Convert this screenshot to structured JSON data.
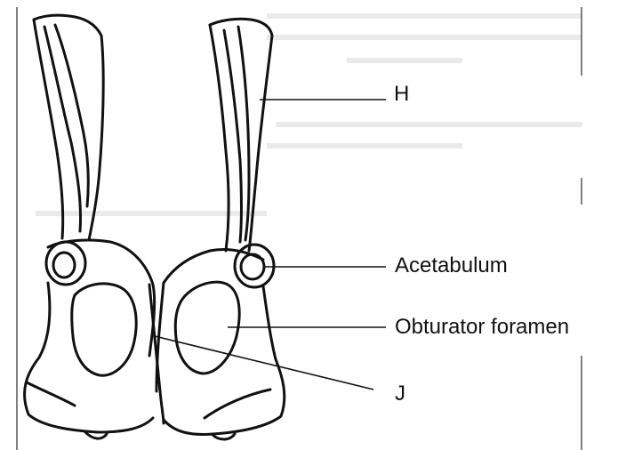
{
  "labels": {
    "h": "H",
    "acetabulum": "Acetabulum",
    "obturator_foramen": "Obturator foramen",
    "j": "J"
  }
}
